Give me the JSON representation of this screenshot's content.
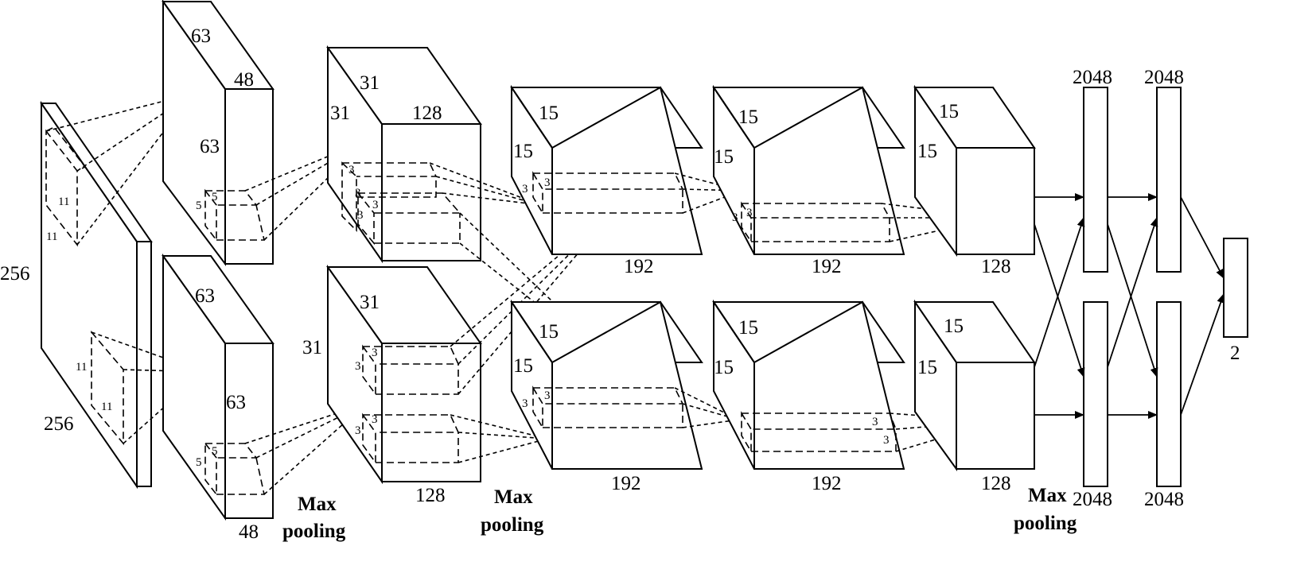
{
  "input": {
    "width": "256",
    "height": "256",
    "kernel_w": "11",
    "kernel_h": "11"
  },
  "conv1": {
    "top": {
      "depth": "63",
      "width": "48",
      "height": "63",
      "kernel_a": "5",
      "kernel_b": "5"
    },
    "bottom": {
      "depth": "63",
      "width": "48",
      "height": "63",
      "kernel_a": "5",
      "kernel_b": "5"
    }
  },
  "conv2": {
    "top": {
      "depth": "31",
      "height": "31",
      "width": "128",
      "k": [
        "3",
        "3",
        "3",
        "3"
      ]
    },
    "bottom": {
      "depth": "31",
      "height": "31",
      "width": "128",
      "k": [
        "3",
        "3",
        "3",
        "3"
      ]
    }
  },
  "conv3": {
    "top": {
      "depth": "15",
      "height": "15",
      "width": "192",
      "k": [
        "3",
        "3"
      ]
    },
    "bottom": {
      "depth": "15",
      "height": "15",
      "width": "192",
      "k": [
        "3",
        "3"
      ]
    }
  },
  "conv4": {
    "top": {
      "depth": "15",
      "height": "15",
      "width": "192",
      "k": [
        "3",
        "3"
      ]
    },
    "bottom": {
      "depth": "15",
      "height": "15",
      "width": "192",
      "k": [
        "3",
        "3"
      ]
    }
  },
  "conv5": {
    "top": {
      "depth": "15",
      "height": "15",
      "width": "128"
    },
    "bottom": {
      "depth": "15",
      "height": "15",
      "width": "128"
    }
  },
  "fc1": {
    "top": "2048",
    "bottom": "2048"
  },
  "fc2": {
    "top": "2048",
    "bottom": "2048"
  },
  "output": {
    "size": "2"
  },
  "pooling": {
    "word1": "Max",
    "word2": "pooling"
  }
}
